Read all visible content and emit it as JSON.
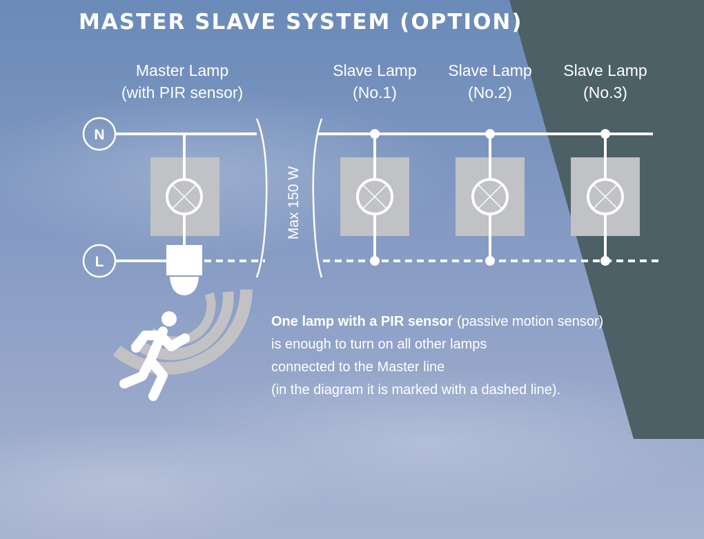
{
  "title": "MASTER SLAVE SYSTEM (OPTION)",
  "master_lamp": {
    "line1": "Master Lamp",
    "line2": "(with PIR sensor)"
  },
  "slave_lamps": [
    {
      "line1": "Slave Lamp",
      "line2": "(No.1)"
    },
    {
      "line1": "Slave Lamp",
      "line2": "(No.2)"
    },
    {
      "line1": "Slave Lamp",
      "line2": "(No.3)"
    }
  ],
  "neutral_label": "N",
  "live_label": "L",
  "max_power_label": "Max 150 W",
  "description": {
    "bold": "One lamp with a PIR sensor",
    "rest_line1": " (passive motion sensor)",
    "line2": "is enough to turn on all other lamps",
    "line3": "connected to the Master line",
    "line4": "(in the diagram it is marked with a dashed line)."
  },
  "colors": {
    "sky_top": "#6a8ab8",
    "sky_bottom": "#a6b4d2",
    "dark_panel": "#4c6066",
    "wire": "#ffffff",
    "lamp_box": "#c0c2c6",
    "wave": "#c2c2c4"
  },
  "icons": [
    "running-person-icon",
    "motion-wave-icon",
    "lamp-icon",
    "pir-sensor-icon"
  ]
}
